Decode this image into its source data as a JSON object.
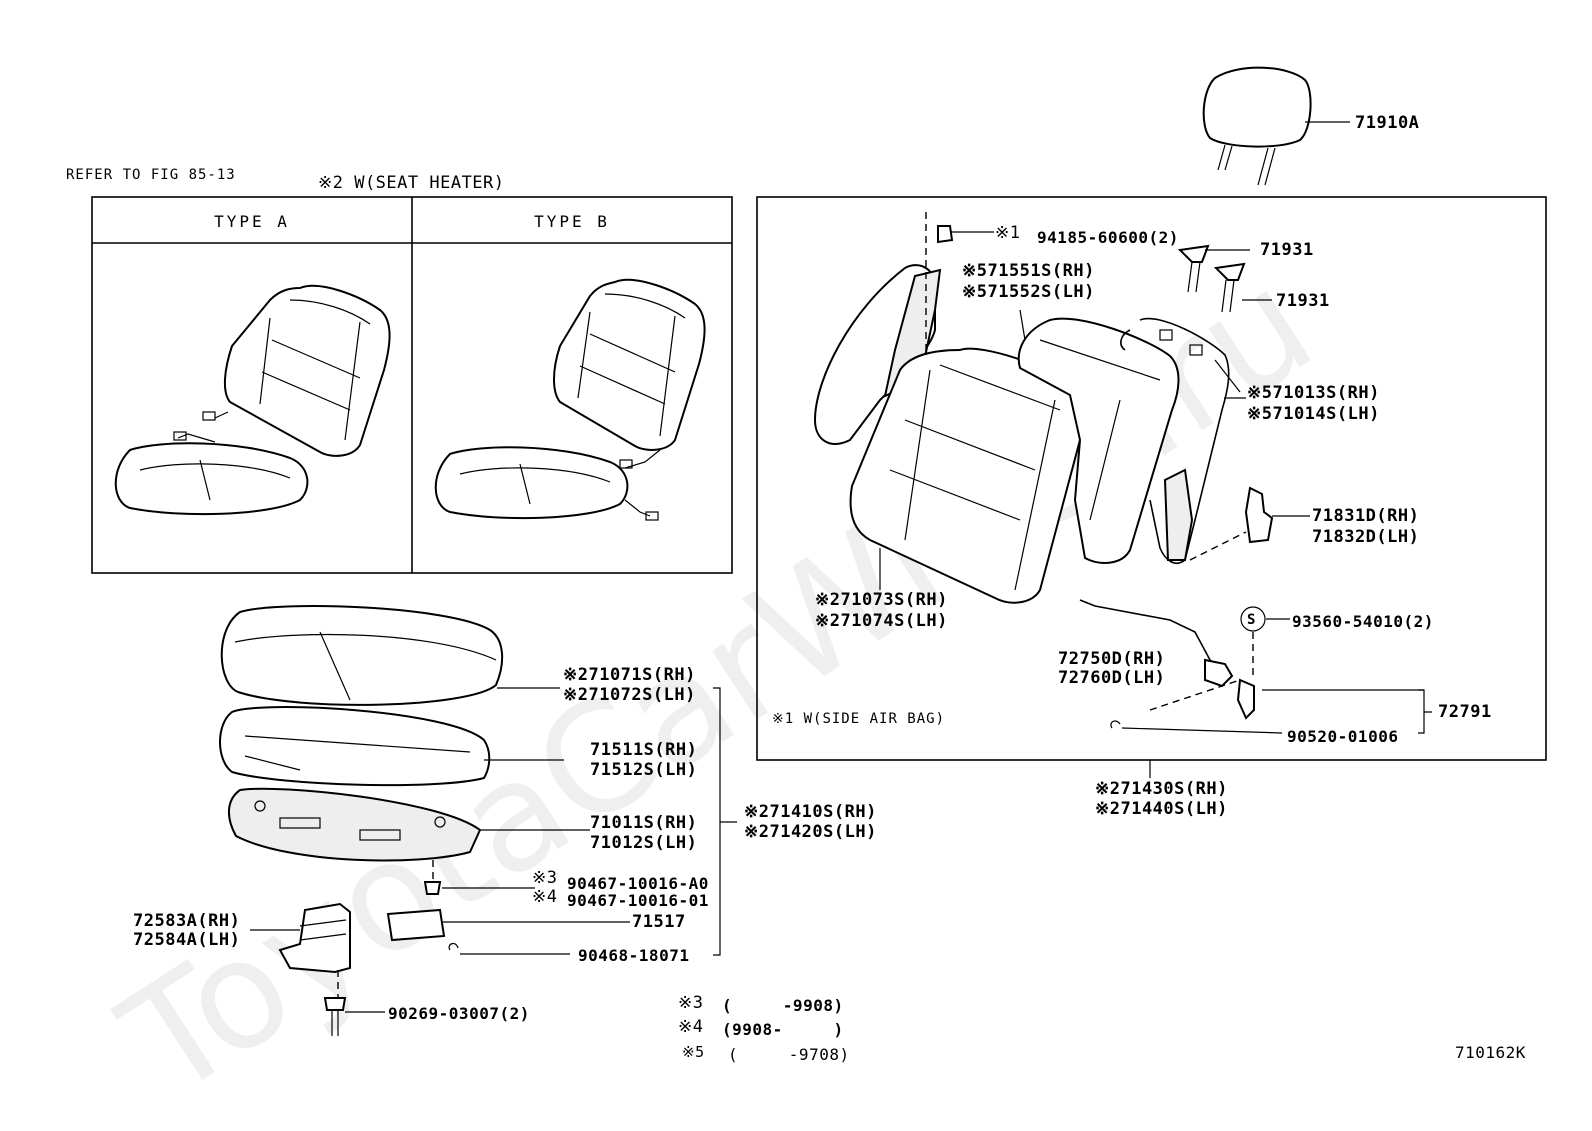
{
  "diagram": {
    "refer_note": "REFER TO FIG 85-13",
    "seat_heater_note": "※2 W(SEAT HEATER)",
    "side_airbag_note": "※1 W(SIDE AIR BAG)",
    "type_headers": [
      "TYPE A",
      "TYPE B"
    ],
    "figure_code": "710162K",
    "watermark": "ToyotaCarWiner.ru",
    "footnotes": [
      {
        "mark": "※3",
        "range": "(     -9908)"
      },
      {
        "mark": "※4",
        "range": "(9908-     )"
      },
      {
        "mark": "※5",
        "range": "(     -9708)"
      }
    ],
    "parts": {
      "headrest": "71910A",
      "bolt_sab": "94185-60600(2)",
      "bolt_sab_mark": "※1",
      "guide_1": "71931",
      "guide_2": "71931",
      "back_pad_rh": "※571551S(RH)",
      "back_pad_lh": "※571552S(LH)",
      "back_frame_rh": "※571013S(RH)",
      "back_frame_lh": "※571014S(LH)",
      "hinge_cover_rh": "71831D(RH)",
      "hinge_cover_lh": "71832D(LH)",
      "back_cover_rh": "※271073S(RH)",
      "back_cover_lh": "※271074S(LH)",
      "screw": "93560-54010(2)",
      "screw_mark": "S",
      "recliner_rod_rh": "72750D(RH)",
      "recliner_rod_lh": "72760D(LH)",
      "knob": "72791",
      "clip_back": "90520-01006",
      "back_assy_rh": "※271430S(RH)",
      "back_assy_lh": "※271440S(LH)",
      "cush_cover_rh": "※271071S(RH)",
      "cush_cover_lh": "※271072S(LH)",
      "cush_pad_rh": "71511S(RH)",
      "cush_pad_lh": "71512S(LH)",
      "cush_frame_rh": "71011S(RH)",
      "cush_frame_lh": "71012S(LH)",
      "cush_assy_rh": "※271410S(RH)",
      "cush_assy_lh": "※271420S(LH)",
      "clip_a": "90467-10016-A0",
      "clip_a_mark": "※3",
      "clip_b": "90467-10016-01",
      "clip_b_mark": "※4",
      "shield": "71517",
      "ring": "90468-18071",
      "bracket_rh": "72583A(RH)",
      "bracket_lh": "72584A(LH)",
      "bolt_bottom": "90269-03007(2)"
    }
  }
}
